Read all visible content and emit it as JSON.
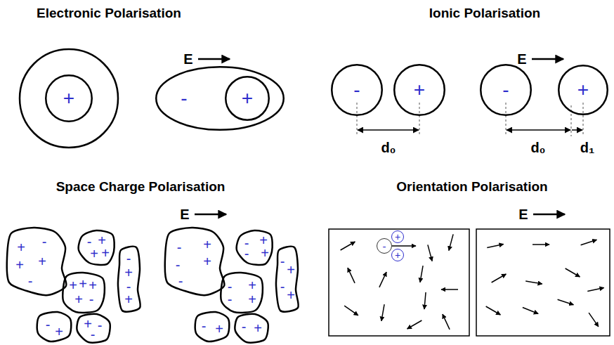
{
  "diagram": {
    "nodes": [
      {
        "text": [
          "+"
        ]
      },
      {
        "text": [
          "-"
        ]
      },
      {
        "text": [
          "+"
        ],
        "in": 1
      },
      {
        "text": [
          "-"
        ]
      },
      {
        "text": [
          "+"
        ]
      },
      {
        "text": [
          "-"
        ]
      },
      {
        "text": [
          "+"
        ]
      },
      {
        "text": [
          "+",
          "-",
          "+",
          "+",
          "-"
        ]
      },
      {
        "text": [
          "-",
          "+",
          "+",
          "+"
        ]
      },
      {
        "text": [
          "-",
          "+",
          "-",
          "+"
        ]
      },
      {
        "text": [
          "+",
          "+",
          "+",
          "+",
          "-"
        ]
      },
      {
        "text": [
          "-",
          "+"
        ]
      },
      {
        "text": [
          "+",
          "-",
          "-"
        ]
      },
      {
        "text": [
          "-",
          "+",
          "-",
          "+",
          "-"
        ]
      },
      {
        "text": [
          "-",
          "+",
          "-",
          "+"
        ]
      },
      {
        "text": [
          "-",
          "+",
          "-",
          "+"
        ]
      },
      {
        "text": [
          "-",
          "+",
          "-",
          "+"
        ]
      },
      {
        "text": [
          "-",
          "+"
        ]
      },
      {
        "text": [
          "-",
          "+"
        ]
      },
      {
        "text": [
          "-"
        ]
      },
      {
        "text": [
          "+"
        ]
      },
      {
        "text": [
          "+"
        ]
      }
    ],
    "labels": [
      "Electronic Polarisation",
      "Ionic Polarisation",
      "E",
      "E",
      "d₀",
      "d₀",
      "d₁",
      "Space Charge Polarisation",
      "Orientation Polarisation",
      "E",
      "E"
    ]
  }
}
